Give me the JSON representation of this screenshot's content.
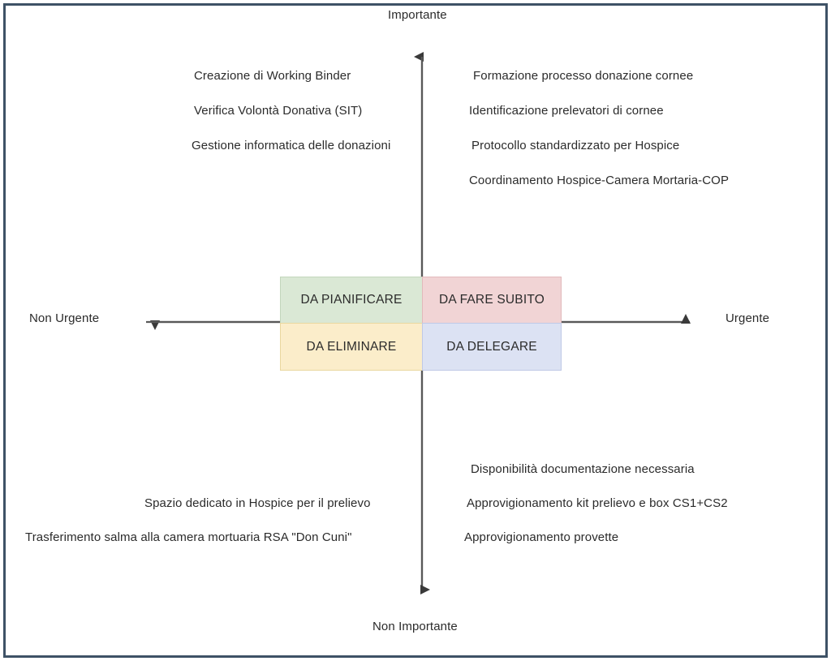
{
  "diagram": {
    "type": "eisenhower-matrix",
    "axes": {
      "top_label": "Importante",
      "bottom_label": "Non Importante",
      "left_label": "Non Urgente",
      "right_label": "Urgente"
    },
    "quadrant_boxes": [
      {
        "key": "plan",
        "label": "DA PIANIFICARE",
        "color": "#dae8d5",
        "border": "#c3d6bc"
      },
      {
        "key": "do",
        "label": "DA FARE SUBITO",
        "color": "#f1d4d5",
        "border": "#e2b9bb"
      },
      {
        "key": "delete",
        "label": "DA ELIMINARE",
        "color": "#fbedca",
        "border": "#e9d79f"
      },
      {
        "key": "delegate",
        "label": "DA DELEGARE",
        "color": "#dce2f3",
        "border": "#bfc9e6"
      }
    ],
    "quadrant_tasks": {
      "important_not_urgent": [
        "Creazione di Working Binder",
        "Verifica Volontà Donativa (SIT)",
        "Gestione informatica delle donazioni"
      ],
      "important_urgent": [
        "Formazione processo donazione cornee",
        "Identificazione prelevatori di cornee",
        "Protocollo standardizzato per Hospice",
        "Coordinamento Hospice-Camera Mortaria-COP"
      ],
      "not_important_not_urgent": [
        "Spazio dedicato in Hospice per il prelievo",
        "Trasferimento salma alla camera mortuaria RSA \"Don Cuni\""
      ],
      "not_important_urgent": [
        "Disponibilità documentazione necessaria",
        "Approvigionamento kit prelievo e box CS1+CS2",
        "Approvigionamento provette"
      ]
    },
    "colors": {
      "frame_border": "#3e5266",
      "axis_line": "#595959",
      "text": "#2b2b2b",
      "background": "#ffffff"
    }
  }
}
